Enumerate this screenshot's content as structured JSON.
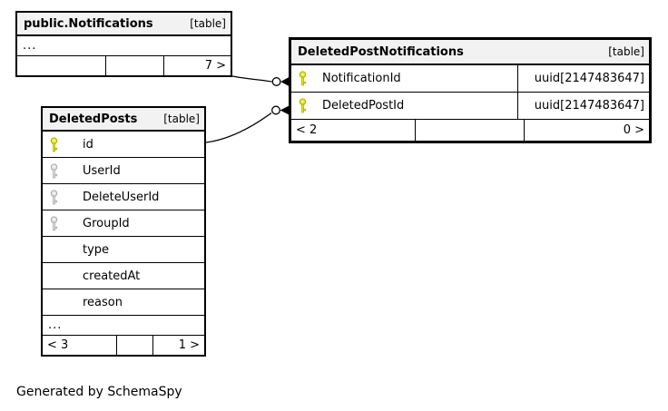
{
  "colors": {
    "primary_key_fill": "#e8e81a",
    "primary_key_stroke": "#9f9f00",
    "index_key_fill": "#e2e2e2",
    "index_key_stroke": "#9a9a9a",
    "header_bg": "#f2f2f2",
    "border": "#000000"
  },
  "footer_note": "Generated by SchemaSpy",
  "tables": [
    {
      "name": "public.Notifications",
      "tag": "[table]",
      "collapsed_row": "...",
      "stats": [
        "",
        "",
        "7 >"
      ]
    },
    {
      "name": "DeletedPosts",
      "tag": "[table]",
      "columns": [
        {
          "name": "id",
          "key": "primary"
        },
        {
          "name": "UserId",
          "key": "index"
        },
        {
          "name": "DeleteUserId",
          "key": "index"
        },
        {
          "name": "GroupId",
          "key": "index"
        },
        {
          "name": "type",
          "key": "none"
        },
        {
          "name": "createdAt",
          "key": "none"
        },
        {
          "name": "reason",
          "key": "none"
        }
      ],
      "collapsed_row": "...",
      "stats": [
        "< 3",
        "",
        "1 >"
      ]
    },
    {
      "name": "DeletedPostNotifications",
      "tag": "[table]",
      "columns": [
        {
          "name": "NotificationId",
          "key": "primary",
          "type": "uuid[2147483647]"
        },
        {
          "name": "DeletedPostId",
          "key": "primary",
          "type": "uuid[2147483647]"
        }
      ],
      "stats": [
        "< 2",
        "",
        "0 >"
      ]
    }
  ],
  "relationships": [
    {
      "from": "public.Notifications",
      "to": "DeletedPostNotifications.NotificationId"
    },
    {
      "from": "DeletedPosts.id",
      "to": "DeletedPostNotifications.DeletedPostId"
    }
  ]
}
